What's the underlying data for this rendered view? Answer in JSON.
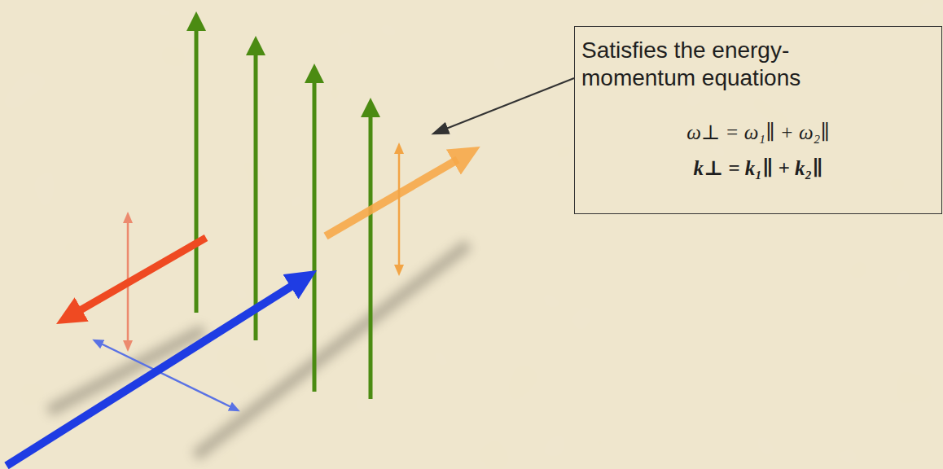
{
  "diagram": {
    "nodes": [
      {
        "text": [
          "Satisfies the energy- momentum equations",
          "ω⊥ = ω₁∥ + ω₂∥",
          "k⊥ = k₁∥ + k₂∥"
        ]
      }
    ]
  }
}
